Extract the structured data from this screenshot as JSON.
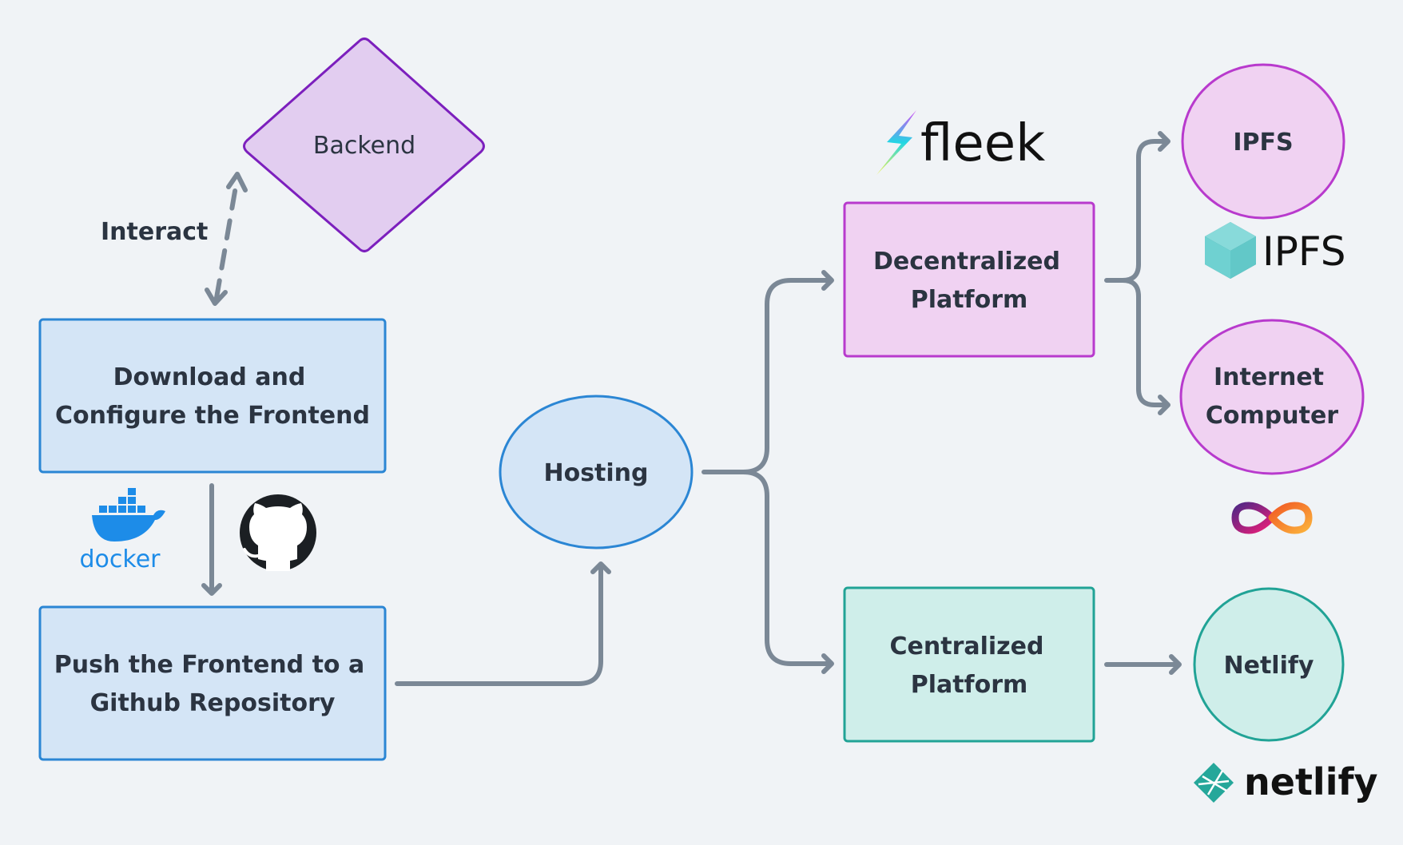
{
  "nodes": {
    "backend": "Backend",
    "download_line1": "Download and",
    "download_line2": "Configure the Frontend",
    "push_line1": "Push the Frontend to a",
    "push_line2": "Github Repository",
    "hosting": "Hosting",
    "decentralized_line1": "Decentralized",
    "decentralized_line2": "Platform",
    "centralized_line1": "Centralized",
    "centralized_line2": "Platform",
    "ipfs": "IPFS",
    "internet_computer_line1": "Internet",
    "internet_computer_line2": "Computer",
    "netlify": "Netlify"
  },
  "edge_labels": {
    "interact": "Interact"
  },
  "logos": {
    "docker": "docker",
    "fleek": "fleek",
    "ipfs": "IPFS",
    "netlify": "netlify"
  },
  "colors": {
    "background": "#f0f3f6",
    "blue_fill": "#d4e5f6",
    "blue_stroke": "#2b86d4",
    "purple_fill": "#e2cdf0",
    "purple_stroke": "#7c1fbd",
    "pink_fill": "#f0d2f2",
    "pink_stroke": "#b83acd",
    "teal_fill": "#cfeeea",
    "teal_stroke": "#21a396",
    "edge": "#7b8896"
  }
}
